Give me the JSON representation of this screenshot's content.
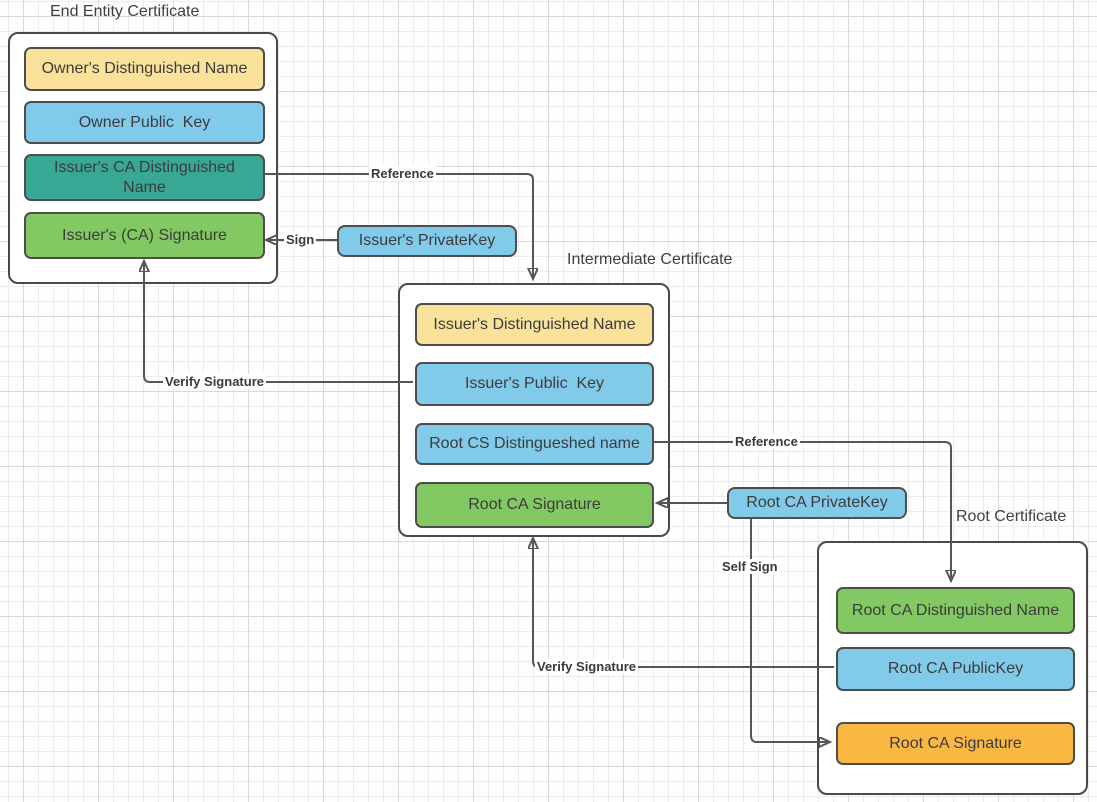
{
  "palette": {
    "yellow": "#FBE29B",
    "blue": "#82CAEA",
    "teal": "#38A894",
    "green": "#82C963",
    "orange": "#FAB843",
    "box_border": "#4A4A4A",
    "connector_line": "#565659",
    "text": "#3C3C3C"
  },
  "groups": [
    {
      "title": "End Entity Certificate",
      "fields": [
        {
          "label": "Owner's Distinguished Name",
          "color": "yellow"
        },
        {
          "label": "Owner Public  Key",
          "color": "blue"
        },
        {
          "label": "Issuer's CA Distinguished\nName",
          "color": "teal"
        },
        {
          "label": "Issuer's (CA) Signature",
          "color": "green"
        }
      ]
    },
    {
      "title": "Intermediate Certificate",
      "fields": [
        {
          "label": "Issuer's Distinguished Name",
          "color": "yellow"
        },
        {
          "label": "Issuer's Public  Key",
          "color": "blue"
        },
        {
          "label": "Root CS Distingueshed name",
          "color": "blue"
        },
        {
          "label": "Root CA Signature",
          "color": "green"
        }
      ]
    },
    {
      "title": "Root Certificate",
      "fields": [
        {
          "label": "Root CA Distinguished Name",
          "color": "green"
        },
        {
          "label": "Root CA PublicKey",
          "color": "blue"
        },
        {
          "label": "Root CA Signature",
          "color": "orange"
        }
      ]
    }
  ],
  "keys": [
    {
      "label": "Issuer's PrivateKey",
      "color": "blue"
    },
    {
      "label": "Root CA PrivateKey",
      "color": "blue"
    }
  ],
  "connector_labels": {
    "reference1": "Reference",
    "sign": "Sign",
    "verify1": "Verify Signature",
    "reference2": "Reference",
    "self_sign": "Self Sign",
    "verify2": "Verify Signature"
  }
}
